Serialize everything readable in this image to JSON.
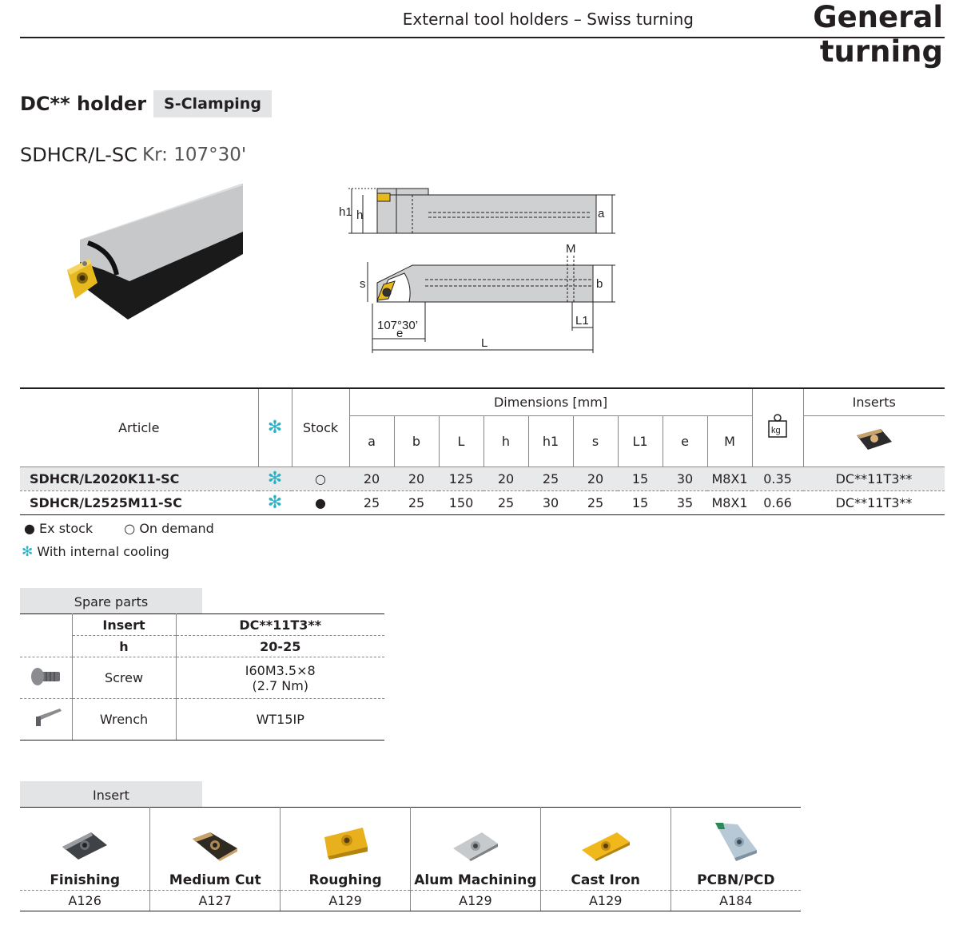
{
  "header": {
    "subtitle": "External tool holders – Swiss turning",
    "title": "General turning"
  },
  "holder": {
    "title": "DC** holder",
    "clamping": "S-Clamping",
    "model": "SDHCR/L-SC",
    "kr": "Kr: 107°30'"
  },
  "drawing_labels": {
    "h1": "h1",
    "h": "h",
    "a": "a",
    "M": "M",
    "s": "s",
    "b": "b",
    "angle": "107°30’",
    "e": "e",
    "L1": "L1",
    "L": "L"
  },
  "main_table": {
    "article_header": "Article",
    "stock_header": "Stock",
    "dimensions_header": "Dimensions [mm]",
    "inserts_header": "Inserts",
    "kg_label": "kg",
    "columns": [
      "a",
      "b",
      "L",
      "h",
      "h1",
      "s",
      "L1",
      "e",
      "M"
    ],
    "rows": [
      {
        "article": "SDHCR/L2020K11-SC",
        "cooling": "✻",
        "stock": "○",
        "a": "20",
        "b": "20",
        "L": "125",
        "h": "20",
        "h1": "25",
        "s": "20",
        "L1": "15",
        "e": "30",
        "M": "M8X1",
        "kg": "0.35",
        "insert": "DC**11T3**"
      },
      {
        "article": "SDHCR/L2525M11-SC",
        "cooling": "✻",
        "stock": "●",
        "a": "25",
        "b": "25",
        "L": "150",
        "h": "25",
        "h1": "30",
        "s": "25",
        "L1": "15",
        "e": "35",
        "M": "M8X1",
        "kg": "0.66",
        "insert": "DC**11T3**"
      }
    ]
  },
  "legend": {
    "ex_stock": "● Ex stock",
    "on_demand": "○ On demand",
    "cooling_symbol": "✻",
    "cooling_text": "With internal cooling"
  },
  "spare_parts": {
    "label": "Spare parts",
    "insert_label": "Insert",
    "insert_value": "DC**11T3**",
    "h_label": "h",
    "h_value": "20-25",
    "screw_label": "Screw",
    "screw_value_1": "I60M3.5×8",
    "screw_value_2": "(2.7 Nm)",
    "wrench_label": "Wrench",
    "wrench_value": "WT15IP"
  },
  "inserts": {
    "label": "Insert",
    "items": [
      {
        "name": "Finishing",
        "code": "A126",
        "color": "#4a4d52"
      },
      {
        "name": "Medium Cut",
        "code": "A127",
        "color": "#b08a55"
      },
      {
        "name": "Roughing",
        "code": "A129",
        "color": "#e8b01c"
      },
      {
        "name": "Alum Machining",
        "code": "A129",
        "color": "#b9bcc0"
      },
      {
        "name": "Cast Iron",
        "code": "A129",
        "color": "#f0b81a"
      },
      {
        "name": "PCBN/PCD",
        "code": "A184",
        "color": "#b8c9d6"
      }
    ]
  }
}
